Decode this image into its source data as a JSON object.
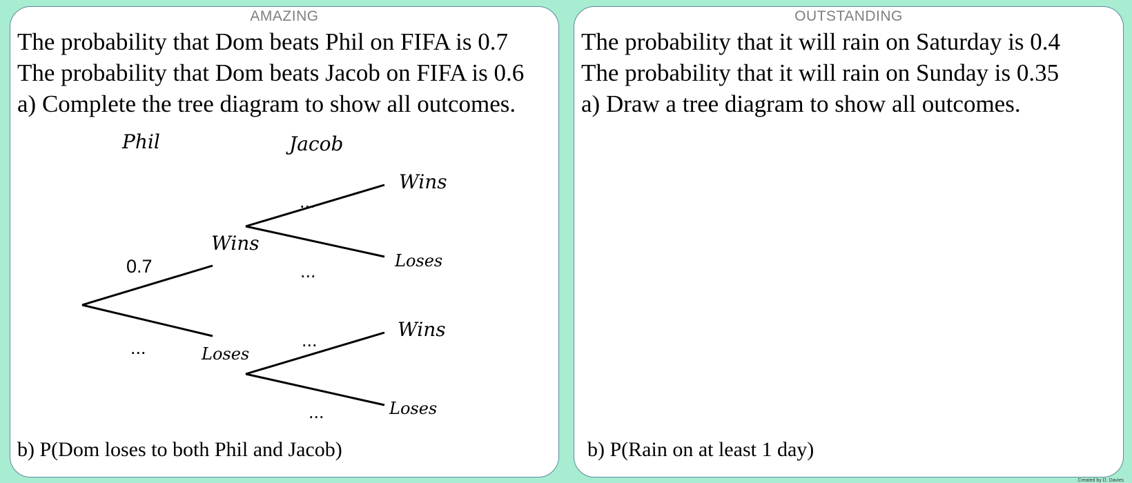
{
  "amazing": {
    "title": "AMAZING",
    "lines": [
      "The probability  that Dom beats Phil on FIFA is 0.7",
      "The probability  that Dom beats Jacob on FIFA is 0.6",
      "a) Complete the tree diagram to show all outcomes."
    ],
    "part_b": "b) P(Dom loses to both Phil and Jacob)",
    "tree": {
      "header_phil": "Phil",
      "header_jacob": "Jacob",
      "first_wins": "Wins",
      "first_loses": "Loses",
      "first_wins_prob": "0.7",
      "first_loses_prob": "...",
      "top_wins": "Wins",
      "top_loses": "Loses",
      "top_wins_prob": "...",
      "top_loses_prob": "...",
      "bottom_wins": "Wins",
      "bottom_loses": "Loses",
      "bottom_wins_prob": "...",
      "bottom_loses_prob": "..."
    }
  },
  "outstanding": {
    "title": "OUTSTANDING",
    "lines": [
      "The probability  that it will rain on Saturday is 0.4",
      "The probability  that it will rain on Sunday is 0.35",
      "a) Draw a tree diagram to show all outcomes."
    ],
    "part_b": "b) P(Rain on at least 1 day)"
  },
  "credit": "Created by D. Davies"
}
